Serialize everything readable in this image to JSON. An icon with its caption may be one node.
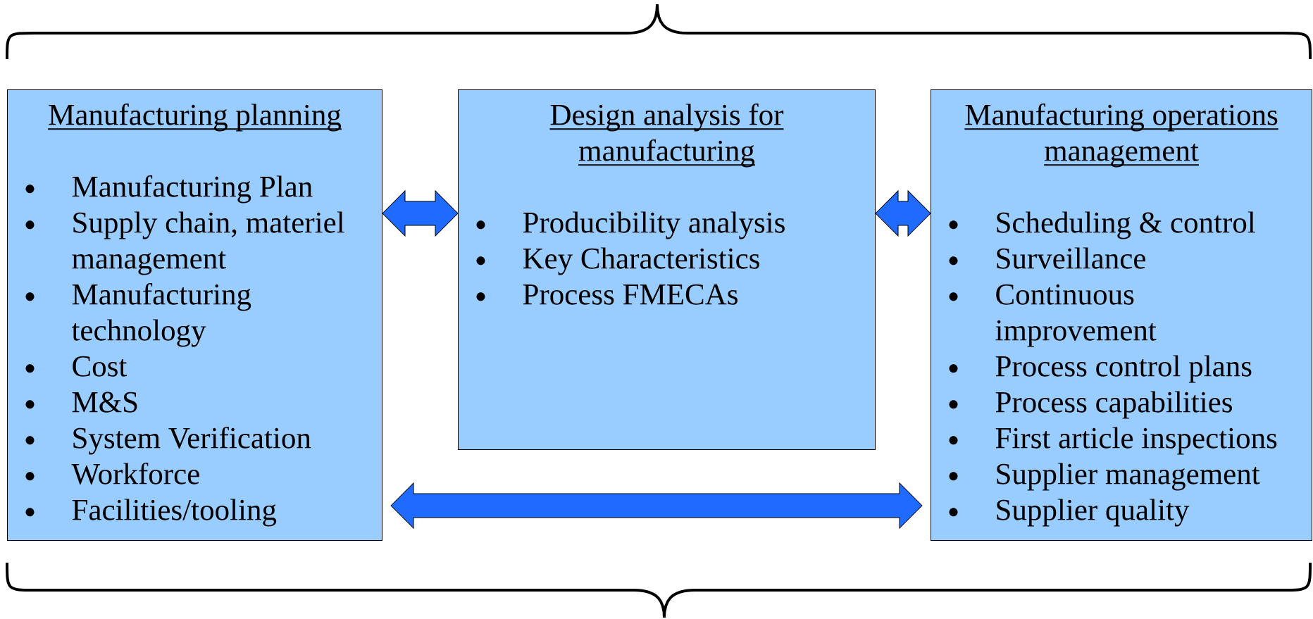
{
  "diagram": {
    "nodes": [
      {
        "text": [
          "Manufacturing planning",
          "Manufacturing Plan",
          "Supply chain, materiel management",
          "Manufacturing technology",
          "Cost",
          "M&S",
          "System Verification",
          "Workforce",
          "Facilities/tooling"
        ]
      },
      {
        "text": [
          "Design analysis for manufacturing",
          "Producibility analysis",
          "Key Characteristics",
          "Process FMECAs"
        ]
      },
      {
        "text": [
          "Manufacturing operations management",
          "Scheduling & control",
          "Surveillance",
          "Continuous improvement",
          "Process control plans",
          "Process capabilities",
          "First article inspections",
          "Supplier management",
          "Supplier quality"
        ]
      }
    ],
    "edges": [
      {
        "from": 0,
        "to": 1,
        "arrow": "both"
      },
      {
        "from": 1,
        "to": 2,
        "arrow": "both"
      },
      {
        "from": 0,
        "to": 2,
        "arrow": "both"
      }
    ]
  }
}
